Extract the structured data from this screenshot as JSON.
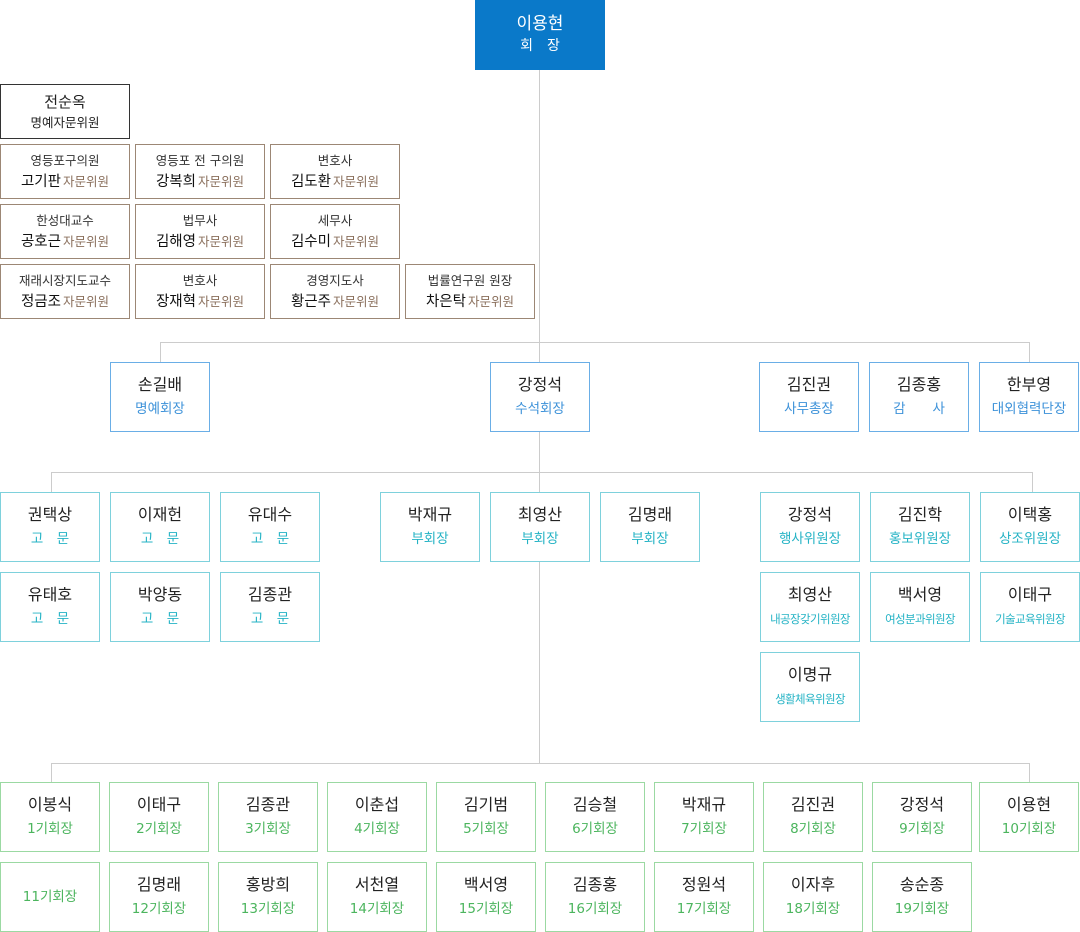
{
  "chairman": {
    "name": "이용현",
    "title": "회　장"
  },
  "honorary_advisor": {
    "name": "전순옥",
    "title": "명예자문위원"
  },
  "advisors": [
    {
      "role": "영등포구의원",
      "name": "고기판",
      "tag": "자문위원"
    },
    {
      "role": "영등포 전 구의원",
      "name": "강복희",
      "tag": "자문위원"
    },
    {
      "role": "변호사",
      "name": "김도환",
      "tag": "자문위원"
    },
    {
      "role": "한성대교수",
      "name": "공호근",
      "tag": "자문위원"
    },
    {
      "role": "법무사",
      "name": "김해영",
      "tag": "자문위원"
    },
    {
      "role": "세무사",
      "name": "김수미",
      "tag": "자문위원"
    },
    {
      "role": "재래시장지도교수",
      "name": "정금조",
      "tag": "자문위원"
    },
    {
      "role": "변호사",
      "name": "장재혁",
      "tag": "자문위원"
    },
    {
      "role": "경영지도사",
      "name": "황근주",
      "tag": "자문위원"
    },
    {
      "role": "법률연구원 원장",
      "name": "차은탁",
      "tag": "자문위원"
    }
  ],
  "executives": [
    {
      "name": "손길배",
      "title": "명예회장"
    },
    {
      "name": "강정석",
      "title": "수석회장"
    },
    {
      "name": "김진권",
      "title": "사무총장"
    },
    {
      "name": "김종홍",
      "title": "감　　사"
    },
    {
      "name": "한부영",
      "title": "대외협력단장"
    }
  ],
  "counselors": [
    {
      "name": "권택상",
      "title": "고　문"
    },
    {
      "name": "이재헌",
      "title": "고　문"
    },
    {
      "name": "유대수",
      "title": "고　문"
    },
    {
      "name": "유태호",
      "title": "고　문"
    },
    {
      "name": "박양동",
      "title": "고　문"
    },
    {
      "name": "김종관",
      "title": "고　문"
    }
  ],
  "vice_chairs": [
    {
      "name": "박재규",
      "title": "부회장"
    },
    {
      "name": "최영산",
      "title": "부회장"
    },
    {
      "name": "김명래",
      "title": "부회장"
    }
  ],
  "committee_chairs": [
    {
      "name": "강정석",
      "title": "행사위원장"
    },
    {
      "name": "김진학",
      "title": "홍보위원장"
    },
    {
      "name": "이택홍",
      "title": "상조위원장"
    },
    {
      "name": "최영산",
      "title": "내공장갖기위원장"
    },
    {
      "name": "백서영",
      "title": "여성분과위원장"
    },
    {
      "name": "이태구",
      "title": "기술교육위원장"
    },
    {
      "name": "이명규",
      "title": "생활체육위원장"
    }
  ],
  "class_chairs": [
    {
      "name": "이봉식",
      "title": "1기회장"
    },
    {
      "name": "이태구",
      "title": "2기회장"
    },
    {
      "name": "김종관",
      "title": "3기회장"
    },
    {
      "name": "이춘섭",
      "title": "4기회장"
    },
    {
      "name": "김기범",
      "title": "5기회장"
    },
    {
      "name": "김승철",
      "title": "6기회장"
    },
    {
      "name": "박재규",
      "title": "7기회장"
    },
    {
      "name": "김진권",
      "title": "8기회장"
    },
    {
      "name": "강정석",
      "title": "9기회장"
    },
    {
      "name": "이용현",
      "title": "10기회장"
    },
    {
      "name": "",
      "title": "11기회장"
    },
    {
      "name": "김명래",
      "title": "12기회장"
    },
    {
      "name": "홍방희",
      "title": "13기회장"
    },
    {
      "name": "서천열",
      "title": "14기회장"
    },
    {
      "name": "백서영",
      "title": "15기회장"
    },
    {
      "name": "김종홍",
      "title": "16기회장"
    },
    {
      "name": "정원석",
      "title": "17기회장"
    },
    {
      "name": "이자후",
      "title": "18기회장"
    },
    {
      "name": "송순종",
      "title": "19기회장"
    }
  ]
}
